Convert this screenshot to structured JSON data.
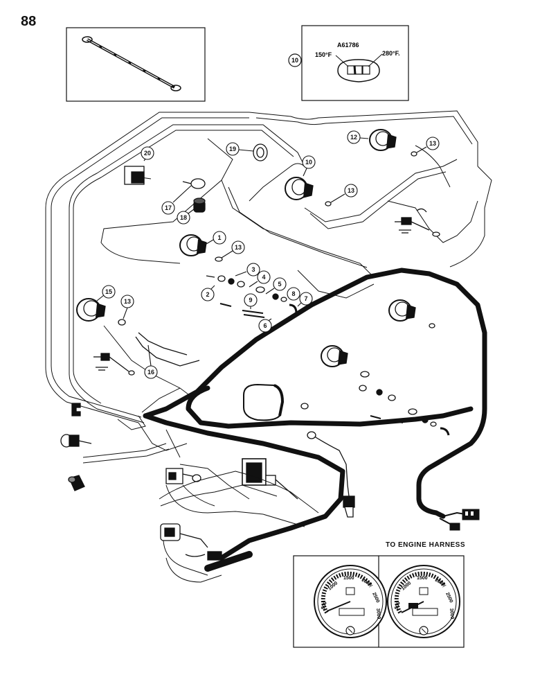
{
  "page": {
    "number": "88"
  },
  "inset_gauge": {
    "part_number": "A61786",
    "low_temp": "150°F",
    "high_temp": "280°F.",
    "callout": "10"
  },
  "callouts": {
    "c1": "1",
    "c2": "2",
    "c3": "3",
    "c4": "4",
    "c5": "5",
    "c6": "6",
    "c7": "7",
    "c8": "8",
    "c9": "9",
    "c10": "10",
    "c12": "12",
    "c13": "13",
    "c15": "15",
    "c16": "16",
    "c17": "17",
    "c18": "18",
    "c19": "19",
    "c20": "20"
  },
  "engine_harness": {
    "label": "TO ENGINE HARNESS"
  },
  "tachometers": {
    "left": {
      "scale": [
        "500",
        "1000",
        "1500",
        "2000",
        "2500",
        "3000"
      ]
    },
    "right": {
      "scale": [
        "500",
        "1000",
        "1500",
        "2000",
        "2500",
        "3000"
      ]
    }
  }
}
